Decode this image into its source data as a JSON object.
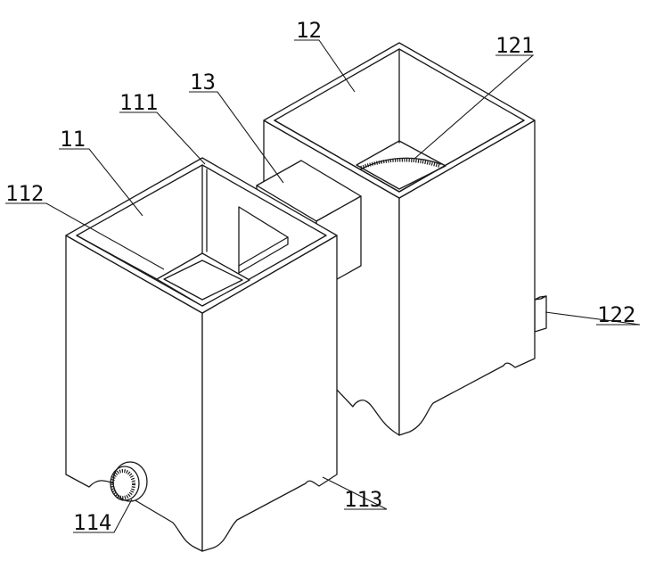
{
  "labels": {
    "l12": "12",
    "l121": "121",
    "l13": "13",
    "l111": "111",
    "l11": "11",
    "l112": "112",
    "l122": "122",
    "l114": "114",
    "l113": "113"
  }
}
